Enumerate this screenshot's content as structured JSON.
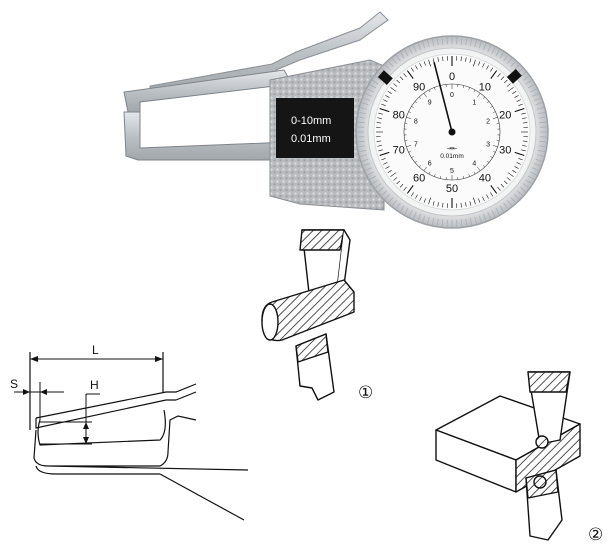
{
  "gauge": {
    "range": "0-10mm",
    "resolution": "0.01mm",
    "dial": {
      "outer_scale": [
        "0",
        "10",
        "20",
        "30",
        "40",
        "50",
        "60",
        "70",
        "80",
        "90"
      ],
      "inner_scale": [
        "0",
        "1",
        "2",
        "3",
        "4",
        "5",
        "6",
        "7",
        "8",
        "9"
      ],
      "unit_label": "0.01mm",
      "needle_reading": 96
    }
  },
  "dimension_diagram": {
    "labels": {
      "L": "L",
      "S": "S",
      "H": "H"
    }
  },
  "usage_examples": {
    "labels": [
      "①",
      "②"
    ]
  }
}
